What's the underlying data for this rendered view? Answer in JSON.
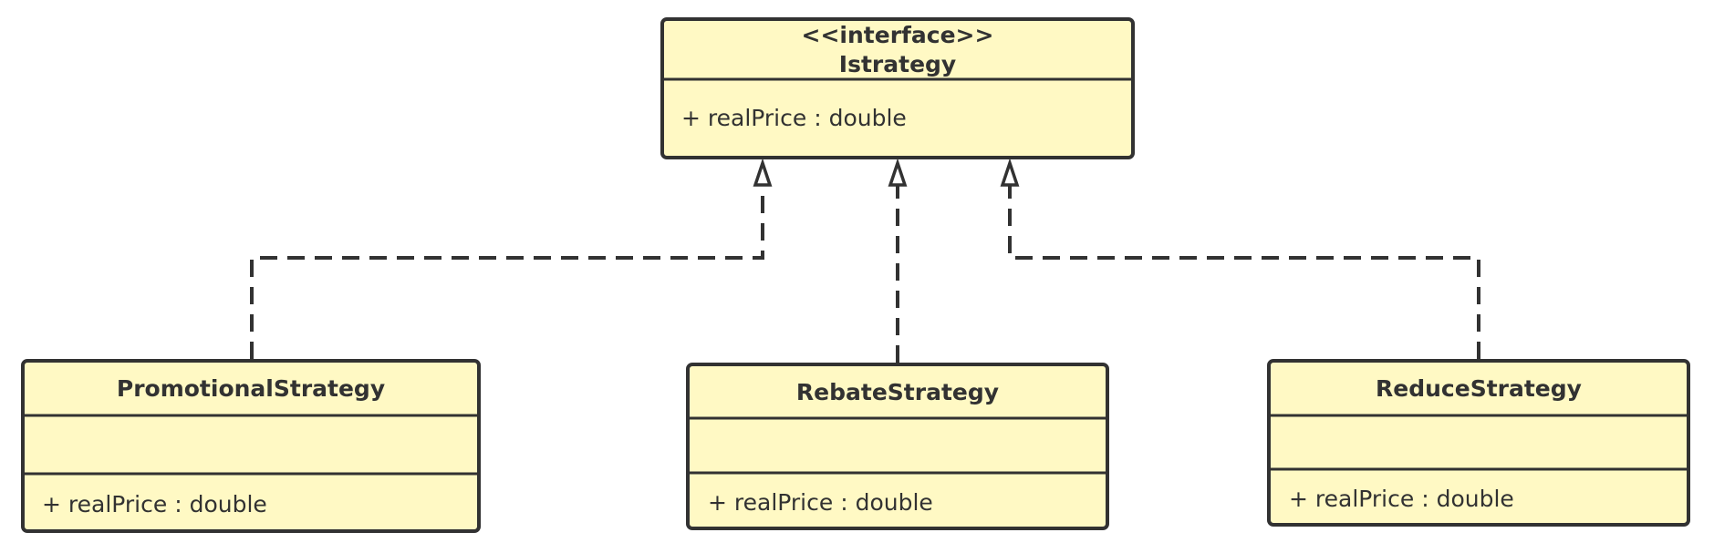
{
  "interface": {
    "stereotype": "<<interface>>",
    "name": "Istrategy",
    "attribute": "+ realPrice : double"
  },
  "classes": [
    {
      "name": "PromotionalStrategy",
      "attribute": "+ realPrice : double"
    },
    {
      "name": "RebateStrategy",
      "attribute": "+ realPrice : double"
    },
    {
      "name": "ReduceStrategy",
      "attribute": "+ realPrice : double"
    }
  ],
  "relationships": [
    {
      "from": "PromotionalStrategy",
      "to": "Istrategy",
      "type": "realization"
    },
    {
      "from": "RebateStrategy",
      "to": "Istrategy",
      "type": "realization"
    },
    {
      "from": "ReduceStrategy",
      "to": "Istrategy",
      "type": "realization"
    }
  ],
  "colors": {
    "class_fill": "#fff9c4",
    "stroke": "#323232",
    "text": "#323232"
  }
}
